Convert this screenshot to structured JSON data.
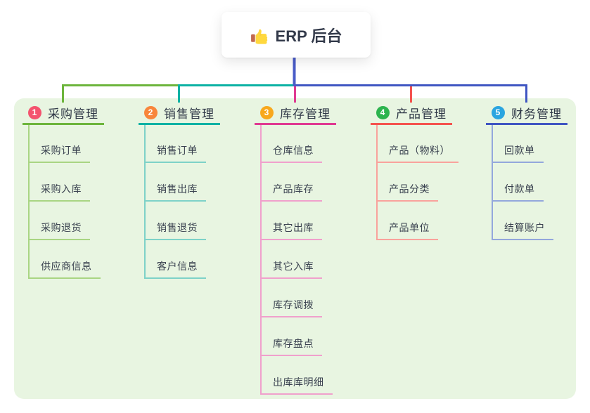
{
  "canvas": {
    "background": "#ffffff",
    "panel_color": "#e8f5e1"
  },
  "root": {
    "title": "ERP 后台",
    "icon": "thumbs-up-icon",
    "text_color": "#333a4a",
    "connector_color": "#4a5cc8"
  },
  "text_colors": {
    "branch": "#2f3847",
    "child": "#39414f"
  },
  "branches": [
    {
      "number": "1",
      "label": "采购管理",
      "badge_color": "#f4536e",
      "line_color": "#6db53c",
      "child_line_color": "#a9d583",
      "children": [
        "采购订单",
        "采购入库",
        "采购退货",
        "供应商信息"
      ]
    },
    {
      "number": "2",
      "label": "销售管理",
      "badge_color": "#f8863b",
      "line_color": "#0cb2a4",
      "child_line_color": "#7ed2c8",
      "children": [
        "销售订单",
        "销售出库",
        "销售退货",
        "客户信息"
      ]
    },
    {
      "number": "3",
      "label": "库存管理",
      "badge_color": "#f8a81c",
      "line_color": "#e03a92",
      "child_line_color": "#f0a0cc",
      "children": [
        "仓库信息",
        "产品库存",
        "其它出库",
        "其它入库",
        "库存调拨",
        "库存盘点",
        "出库库明细"
      ]
    },
    {
      "number": "4",
      "label": "产品管理",
      "badge_color": "#2db44e",
      "line_color": "#f4534e",
      "child_line_color": "#f9a29c",
      "children": [
        "产品（物料）",
        "产品分类",
        "产品单位"
      ]
    },
    {
      "number": "5",
      "label": "财务管理",
      "badge_color": "#2aa5e0",
      "line_color": "#4056c2",
      "child_line_color": "#93a7dc",
      "children": [
        "回款单",
        "付款单",
        "结算账户"
      ]
    }
  ]
}
